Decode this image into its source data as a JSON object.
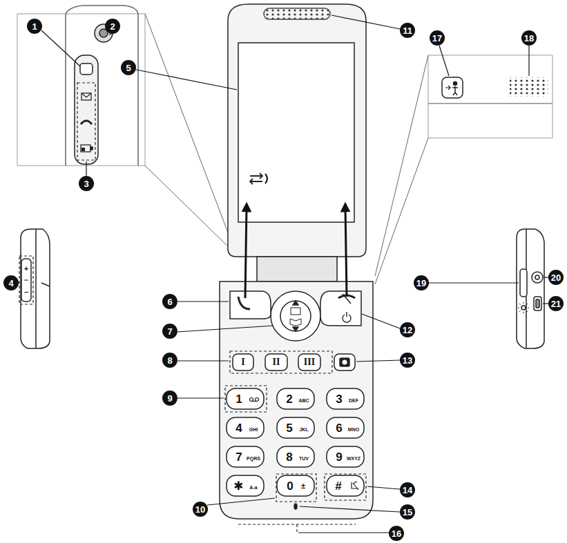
{
  "diagram": {
    "labels": [
      "1",
      "2",
      "3",
      "4",
      "5",
      "6",
      "7",
      "8",
      "9",
      "10",
      "11",
      "12",
      "13",
      "14",
      "15",
      "16",
      "17",
      "18",
      "19",
      "20",
      "21",
      "I",
      "II",
      "III",
      "1",
      "2",
      "ABC",
      "3",
      "DEF",
      "4",
      "GHI",
      "5",
      "JKL",
      "6",
      "MNO",
      "7",
      "PQRS",
      "8",
      "TUV",
      "9",
      "WXYZ",
      "✱",
      "A-a",
      "0",
      "±",
      "#",
      "+",
      "–"
    ]
  }
}
